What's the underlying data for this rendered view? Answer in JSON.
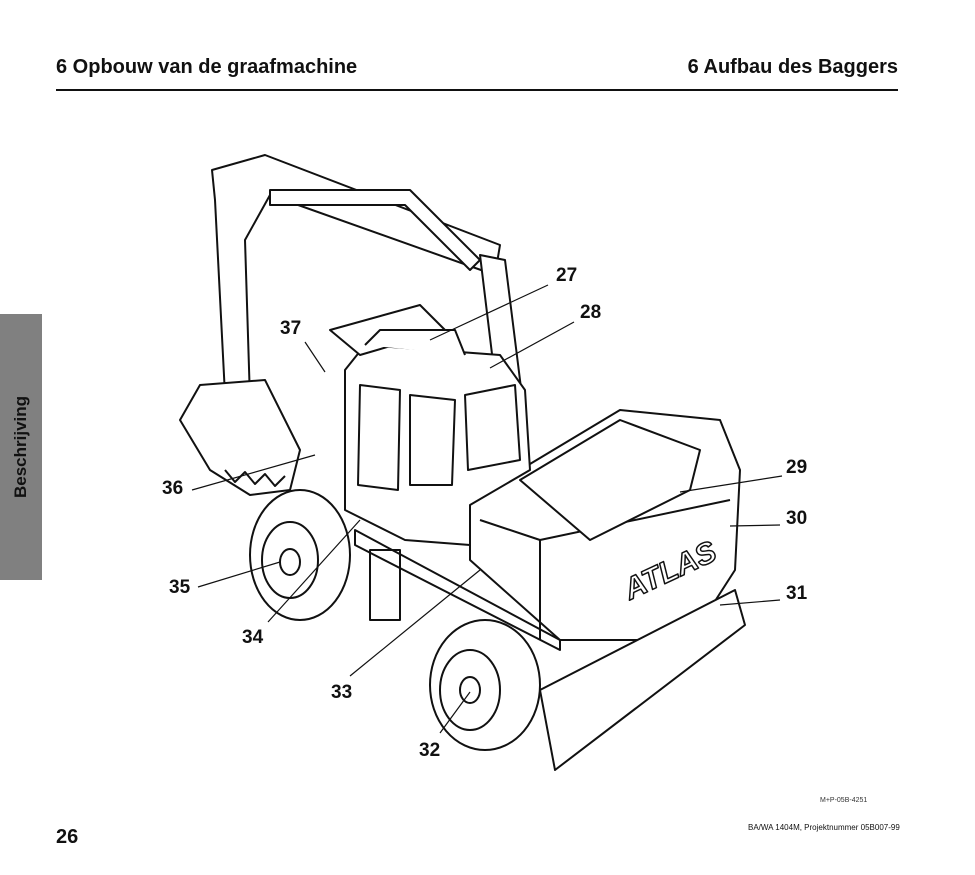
{
  "header": {
    "left_title": "6  Opbouw van de graafmachine",
    "right_title": "6  Aufbau des Baggers"
  },
  "side_tab": {
    "label": "Beschrijving"
  },
  "figure": {
    "brand_on_machine": "ATLAS",
    "callouts": [
      "27",
      "28",
      "29",
      "30",
      "31",
      "32",
      "33",
      "34",
      "35",
      "36",
      "37"
    ],
    "reference_code": "M+P-05B-4251"
  },
  "footer": {
    "page_number": "26",
    "project": "BA/WA 1404M, Projektnummer 05B007-99"
  }
}
